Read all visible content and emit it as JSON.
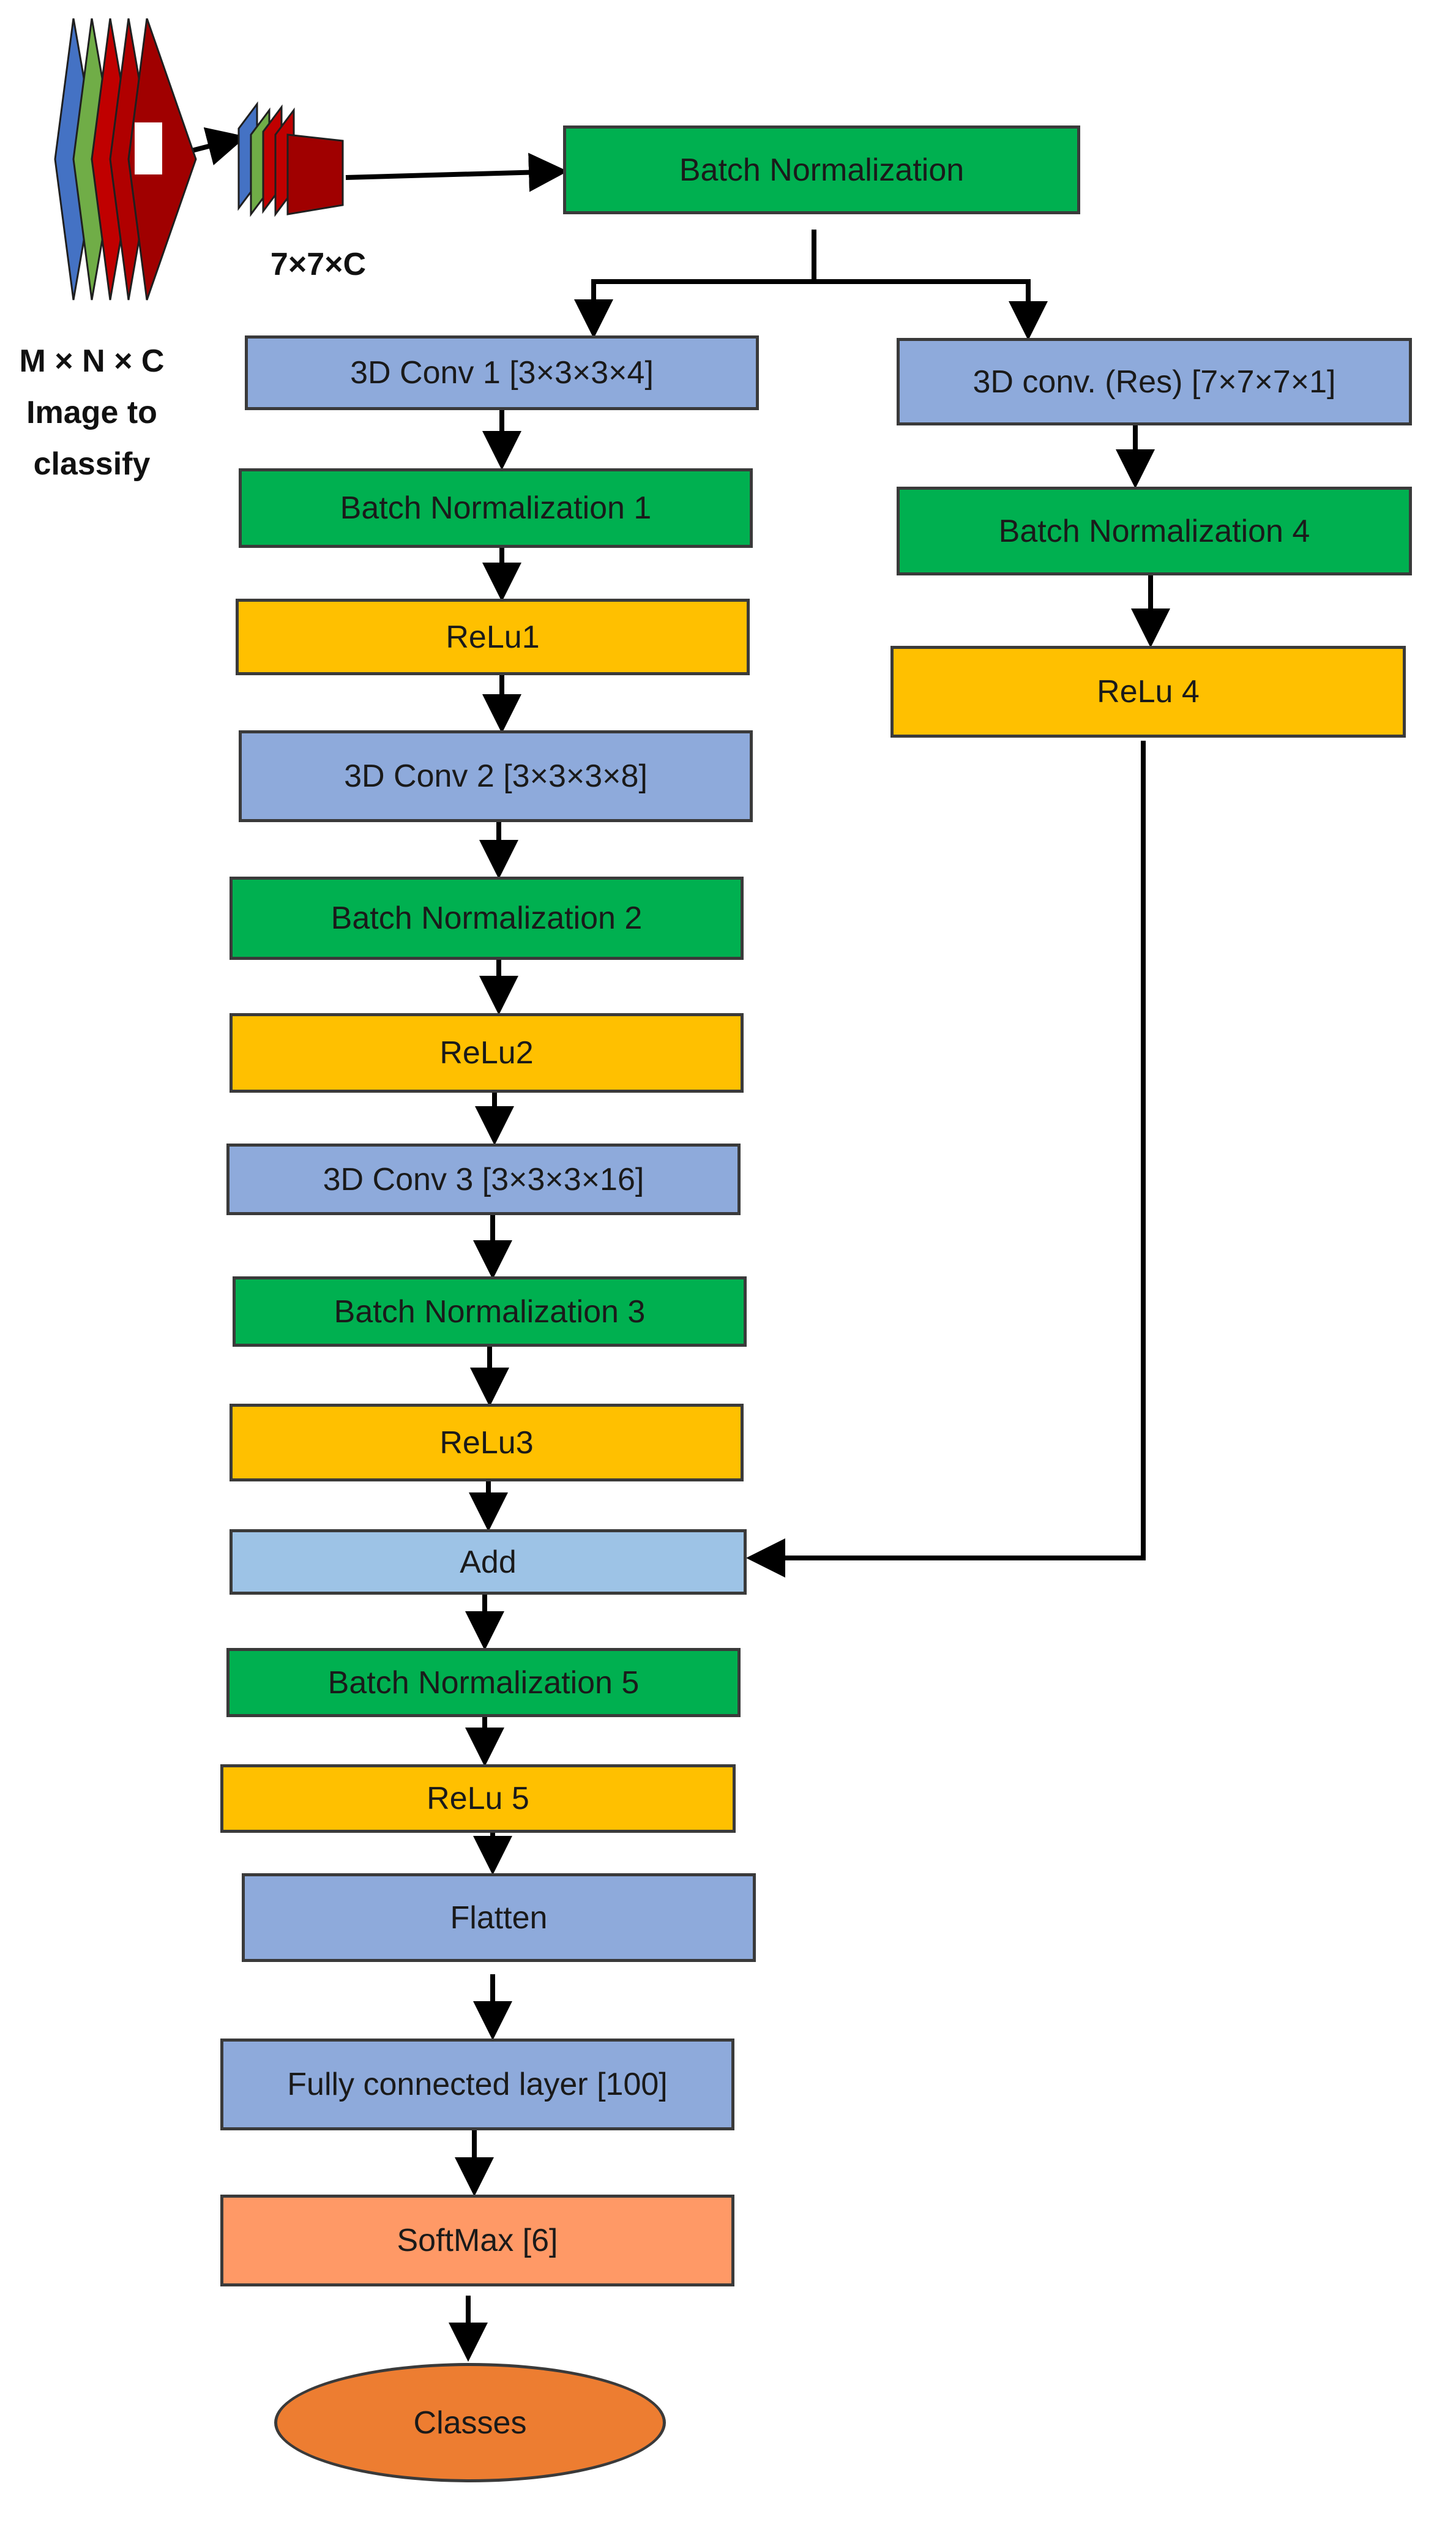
{
  "input": {
    "image_label": [
      "M × N × C",
      "Image to",
      "classify"
    ],
    "patch_label": "7×7×C"
  },
  "main_branch": {
    "batch_norm_top": "Batch Normalization",
    "conv1": "3D Conv 1 [3×3×3×4]",
    "bn1": "Batch Normalization 1",
    "relu1": "ReLu1",
    "conv2": "3D Conv 2 [3×3×3×8]",
    "bn2": "Batch Normalization 2",
    "relu2": "ReLu2",
    "conv3": "3D Conv 3 [3×3×3×16]",
    "bn3": "Batch Normalization 3",
    "relu3": "ReLu3",
    "add": "Add",
    "bn5": "Batch Normalization 5",
    "relu5": "ReLu 5",
    "flatten": "Flatten",
    "fc": "Fully connected layer [100]",
    "softmax": "SoftMax [6]",
    "classes": "Classes"
  },
  "residual_branch": {
    "conv_res": "3D conv. (Res) [7×7×7×1]",
    "bn4": "Batch Normalization 4",
    "relu4": "ReLu 4"
  },
  "colors": {
    "batch_norm": "#00b050",
    "conv": "#8eaadb",
    "relu": "#ffc000",
    "add": "#9dc3e6",
    "softmax": "#ff9966",
    "classes": "#ed7d31",
    "input_layers": [
      "#4472c4",
      "#70ad47",
      "#c00000",
      "#c00000",
      "#c00000"
    ]
  }
}
